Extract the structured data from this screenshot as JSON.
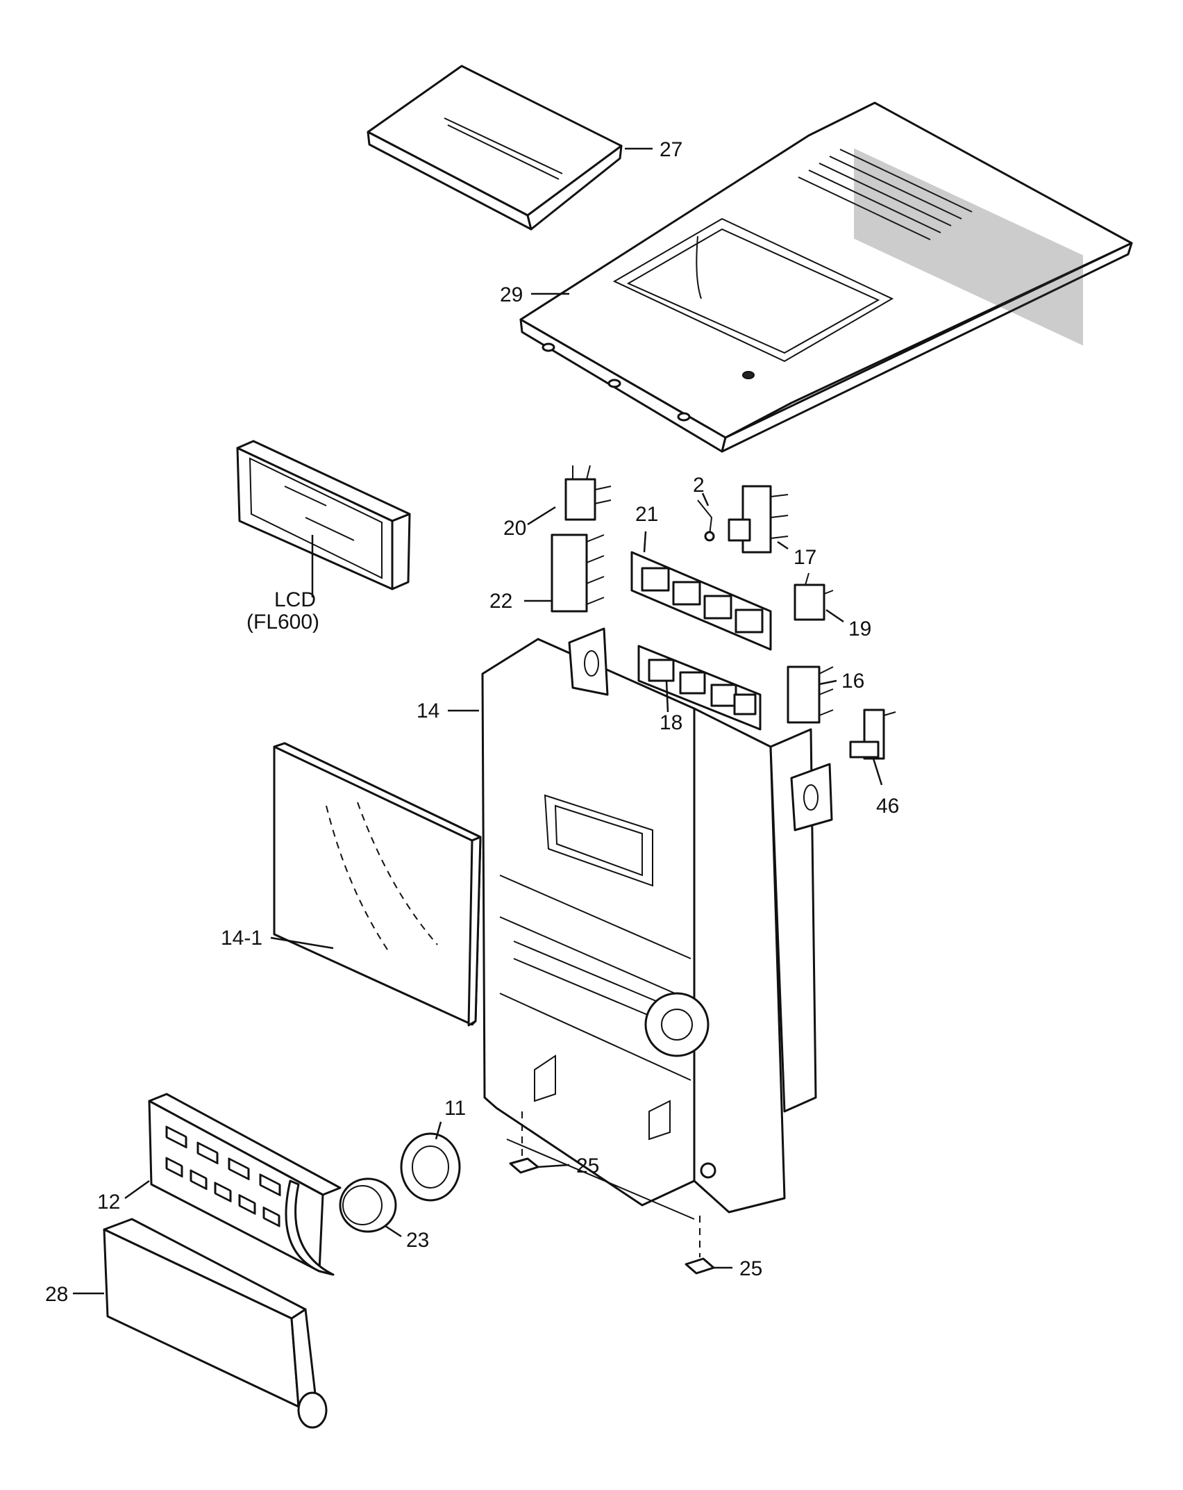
{
  "labels": {
    "p27": "27",
    "p29": "29",
    "p2": "2",
    "p20": "20",
    "p21": "21",
    "p17": "17",
    "p22": "22",
    "p19": "19",
    "lcd": "LCD",
    "lcd_model": "(FL600)",
    "p16": "16",
    "p14": "14",
    "p18": "18",
    "p46": "46",
    "p14_1": "14-1",
    "p11": "11",
    "p25a": "25",
    "p12": "12",
    "p23": "23",
    "p25b": "25",
    "p28": "28"
  }
}
